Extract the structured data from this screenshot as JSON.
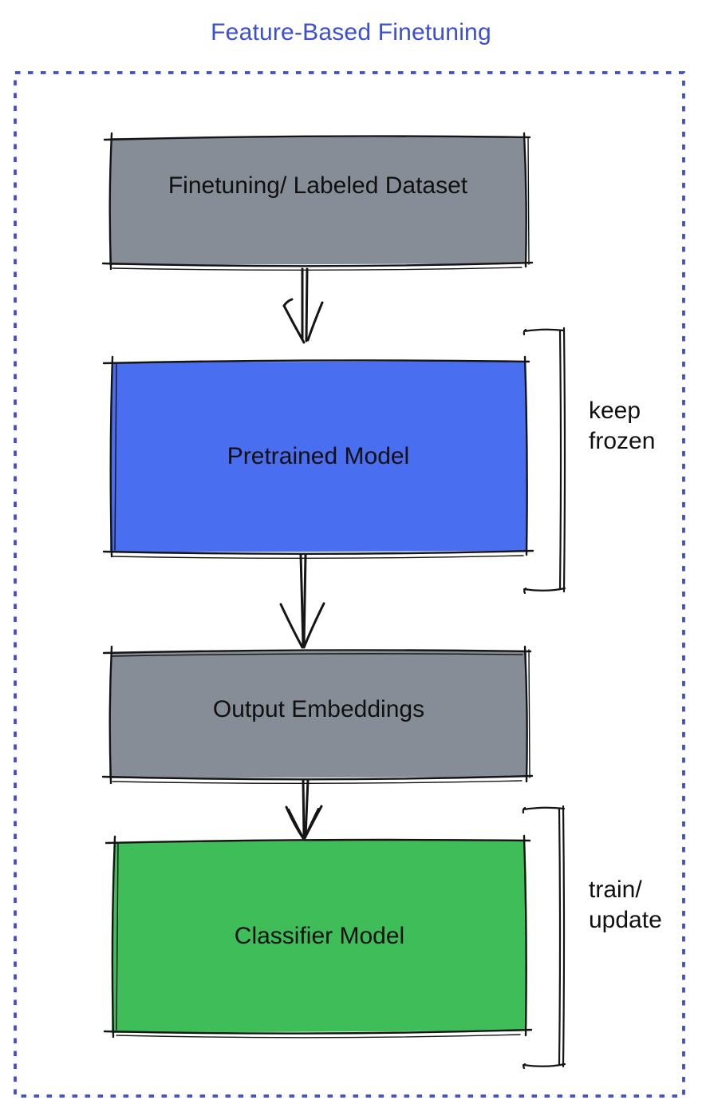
{
  "title": "Feature-Based Finetuning",
  "colors": {
    "accent": "#3c4ed2",
    "box_gray": "#868d97",
    "box_blue": "#4a6ef0",
    "box_green": "#3fbd58",
    "ink": "#151515"
  },
  "nodes": [
    {
      "id": "finetuning-dataset",
      "label": "Finetuning/ Labeled Dataset",
      "color": "#868d97"
    },
    {
      "id": "pretrained-model",
      "label": "Pretrained Model",
      "color": "#4a6ef0"
    },
    {
      "id": "output-embeddings",
      "label": "Output Embeddings",
      "color": "#868d97"
    },
    {
      "id": "classifier-model",
      "label": "Classifier Model",
      "color": "#3fbd58"
    }
  ],
  "edges": [
    {
      "from": "finetuning-dataset",
      "to": "pretrained-model"
    },
    {
      "from": "pretrained-model",
      "to": "output-embeddings"
    },
    {
      "from": "output-embeddings",
      "to": "classifier-model"
    }
  ],
  "annotations": [
    {
      "id": "keep-frozen",
      "label": "keep frozen",
      "target": "pretrained-model"
    },
    {
      "id": "train-update",
      "label": "train/ update",
      "target": "classifier-model"
    }
  ]
}
